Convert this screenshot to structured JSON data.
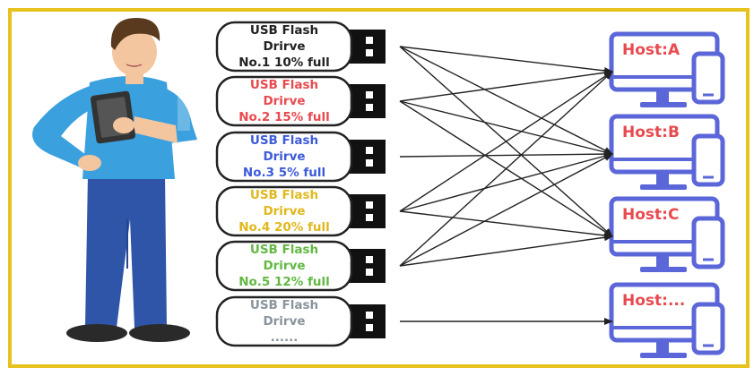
{
  "drives": [
    {
      "line1": "USB Flash",
      "line2": "Drirve",
      "line3": "No.1 10% full",
      "color": "#222222"
    },
    {
      "line1": "USB Flash",
      "line2": "Drirve",
      "line3": "No.2 15% full",
      "color": "#e84a4f"
    },
    {
      "line1": "USB Flash",
      "line2": "Drirve",
      "line3": "No.3 5% full",
      "color": "#3d5bd9"
    },
    {
      "line1": "USB Flash",
      "line2": "Drirve",
      "line3": "No.4 20% full",
      "color": "#e0b81c"
    },
    {
      "line1": "USB Flash",
      "line2": "Drirve",
      "line3": "No.5 12% full",
      "color": "#62b843"
    },
    {
      "line1": "USB Flash",
      "line2": "Drirve",
      "line3": "......",
      "color": "#8a949c"
    }
  ],
  "hosts": [
    {
      "label": "Host:A"
    },
    {
      "label": "Host:B"
    },
    {
      "label": "Host:C"
    },
    {
      "label": "Host:..."
    }
  ],
  "connections": [
    [
      0,
      0
    ],
    [
      0,
      1
    ],
    [
      0,
      2
    ],
    [
      1,
      0
    ],
    [
      1,
      1
    ],
    [
      1,
      2
    ],
    [
      2,
      1
    ],
    [
      3,
      0
    ],
    [
      3,
      1
    ],
    [
      3,
      2
    ],
    [
      4,
      0
    ],
    [
      4,
      1
    ],
    [
      4,
      2
    ],
    [
      5,
      3
    ]
  ],
  "colors": {
    "frame": "#e8c21e",
    "host_outline": "#5b67d9",
    "host_label": "#e84a4f",
    "shirt": "#3aa0de",
    "pants": "#2f55a8"
  }
}
